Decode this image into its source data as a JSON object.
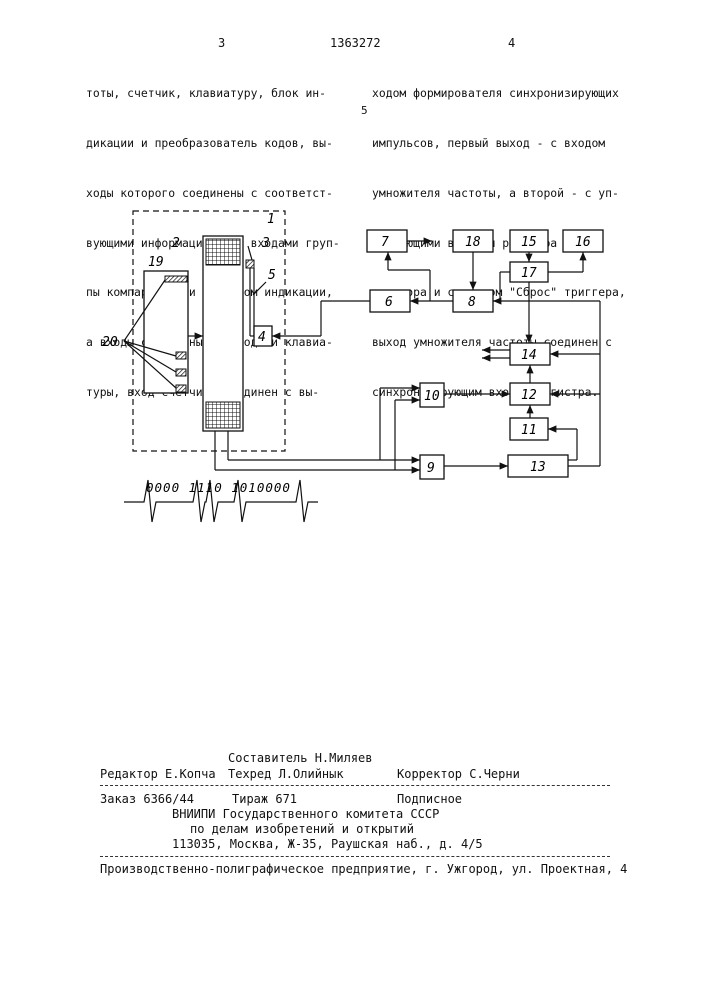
{
  "header": {
    "page_left": "3",
    "patent_number": "1363272",
    "page_right": "4"
  },
  "left_column": [
    "тоты, счетчик, клавиатуру, блок ин-",
    "дикации и преобразователь кодов, вы-",
    "ходы которого соединены с соответст-",
    "вующими информационными входами груп-",
    "пы компаратора и с блоком индикации,",
    "а входы соединены с выходами клавиа-",
    "туры, вход счетчика соединен с вы-"
  ],
  "right_column": [
    "ходом формирователя синхронизирующих",
    "импульсов, первый выход - с входом",
    "умножителя частоты, а второй - с уп-",
    "равляющими входами регистра и ком-",
    "паратора и с входом \"Сброс\" триггера,",
    "выход умножителя частоты соединен с",
    "синхронизирующим входом регистра."
  ],
  "line_number": "5",
  "diagram": {
    "labels": {
      "l1": "1",
      "l2": "2",
      "l3": "3",
      "l4": "4",
      "l5": "5",
      "l6": "6",
      "l7": "7",
      "l8": "8",
      "l9": "9",
      "l10": "10",
      "l11": "11",
      "l12": "12",
      "l13": "13",
      "l14": "14",
      "l15": "15",
      "l16": "16",
      "l17": "17",
      "l18": "18",
      "l19": "19",
      "l20": "20"
    },
    "signal_code": "0000 1110 1010000"
  },
  "imprint": {
    "compiler": "Составитель Н.Миляев",
    "editor": "Редактор Е.Копча",
    "techred": "Техред Л.Олийнык",
    "corrector": "Корректор С.Черни",
    "order": "Заказ 6366/44",
    "circulation": "Тираж 671",
    "subscription": "Подписное",
    "org1": "ВНИИПИ Государственного комитета СССР",
    "org2": "по делам изобретений и открытий",
    "address": "113035, Москва, Ж-35, Раушская наб., д. 4/5",
    "printer": "Производственно-полиграфическое предприятие, г. Ужгород, ул. Проектная, 4"
  }
}
